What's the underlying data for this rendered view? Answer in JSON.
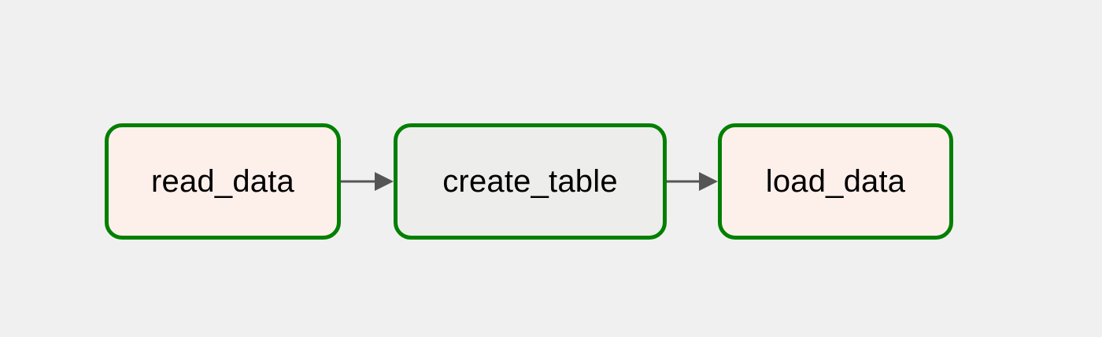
{
  "graph": {
    "nodes": [
      {
        "id": "read_data",
        "label": "read_data",
        "fill": "#fdf0eb",
        "border": "#008000"
      },
      {
        "id": "create_table",
        "label": "create_table",
        "fill": "#ededec",
        "border": "#008000"
      },
      {
        "id": "load_data",
        "label": "load_data",
        "fill": "#fdf0eb",
        "border": "#008000"
      }
    ],
    "edges": [
      {
        "from": "read_data",
        "to": "create_table"
      },
      {
        "from": "create_table",
        "to": "load_data"
      }
    ],
    "edge_color": "#555555",
    "background": "#f0f0f0"
  }
}
